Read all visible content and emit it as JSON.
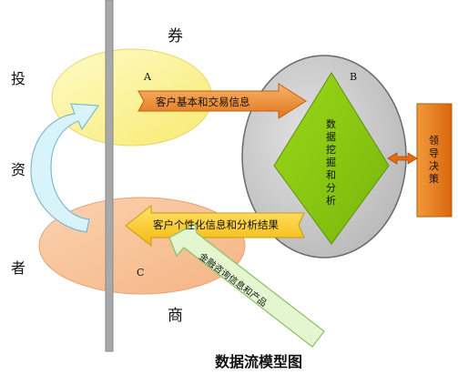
{
  "left_label": [
    "投",
    "资",
    "者"
  ],
  "top_label": "券",
  "bottom_label": "商",
  "node_a": "A",
  "node_b": "B",
  "node_c": "C",
  "diamond_text": [
    "数",
    "据",
    "挖",
    "掘",
    "和",
    "分",
    "析"
  ],
  "leader_box_text": [
    "领",
    "导",
    "决",
    "策"
  ],
  "arrow_to_b": "客户基本和交易信息",
  "arrow_to_c": "客户个性化信息和分析结果",
  "arrow_green": "金融咨询信息和产品",
  "caption": "数据流模型图",
  "colors": {
    "ellipse_a": "#fdf59e",
    "ellipse_b": "#c6c6c6",
    "ellipse_c": "#f8c39a",
    "diamond": "#8ccb10",
    "leader_box": "#e5780f",
    "arrow_orange": "#e98a2b",
    "arrow_yellow": "#ffd12e",
    "arrow_green": "#e1f5cc",
    "arrow_blue": "#d9f3fb",
    "pole": "#a6a6a6"
  }
}
